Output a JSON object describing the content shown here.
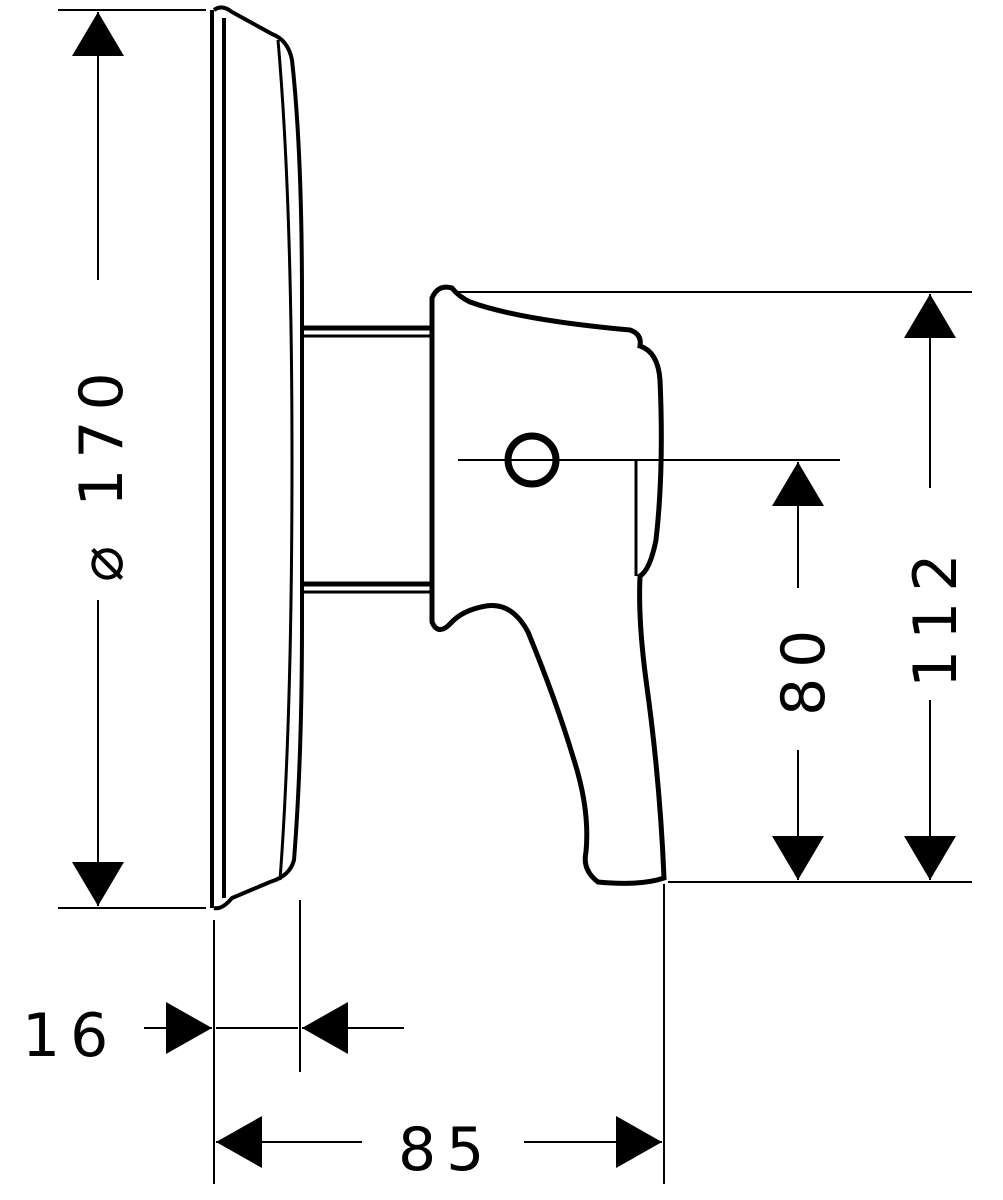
{
  "dimensions": {
    "diameter": "⌀ 170",
    "height_total": "112",
    "height_axis": "80",
    "plate_depth": "16",
    "total_depth": "85"
  },
  "colors": {
    "ink": "#000000",
    "paper": "#ffffff"
  }
}
